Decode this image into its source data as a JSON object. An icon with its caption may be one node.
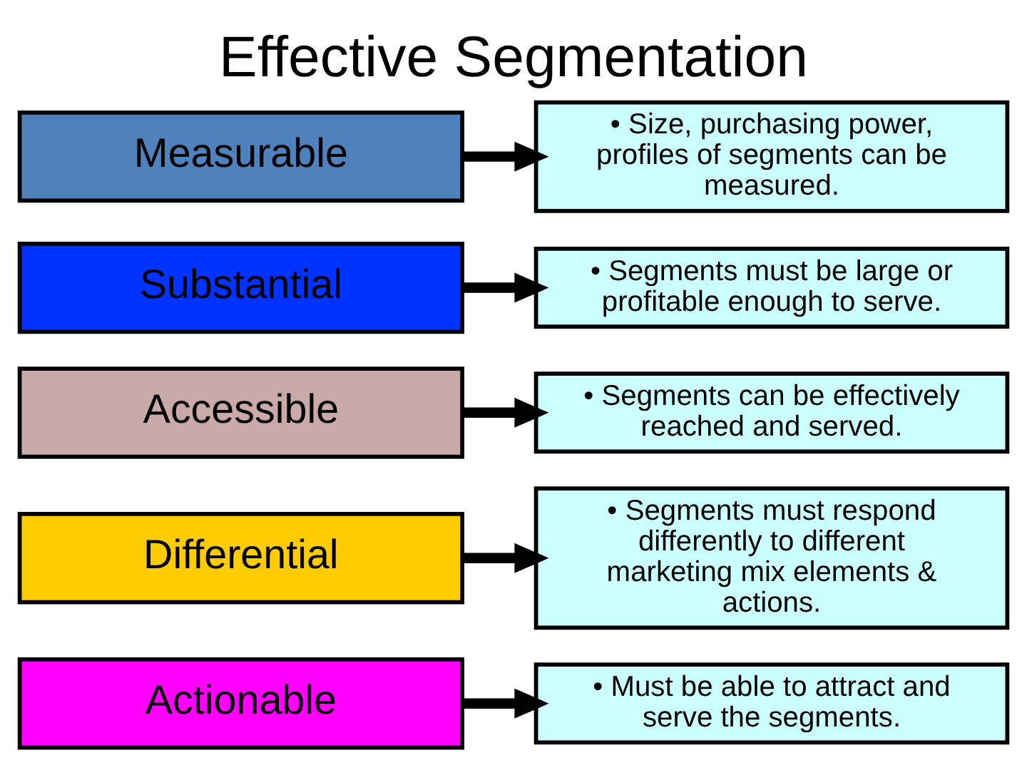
{
  "diagram": {
    "title": "Effective Segmentation",
    "nodes": [
      {
        "text": [
          "Measurable"
        ]
      },
      {
        "text": [
          "• Size, purchasing power, profiles of segments can be measured."
        ]
      },
      {
        "text": [
          "Substantial"
        ]
      },
      {
        "text": [
          "• Segments must be large or profitable enough to serve."
        ]
      },
      {
        "text": [
          "Accessible"
        ]
      },
      {
        "text": [
          "• Segments can be effectively reached and served."
        ]
      },
      {
        "text": [
          "Differential"
        ]
      },
      {
        "text": [
          "• Segments must respond differently to different marketing mix elements & actions."
        ]
      },
      {
        "text": [
          "Actionable"
        ]
      },
      {
        "text": [
          "• Must be able to attract and serve the segments."
        ]
      }
    ],
    "edges": [
      {
        "from": 0,
        "to": 1,
        "arrow": "to"
      },
      {
        "from": 2,
        "to": 3,
        "arrow": "to"
      },
      {
        "from": 4,
        "to": 5,
        "arrow": "to"
      },
      {
        "from": 6,
        "to": 7,
        "arrow": "to"
      },
      {
        "from": 8,
        "to": 9,
        "arrow": "to"
      }
    ]
  }
}
